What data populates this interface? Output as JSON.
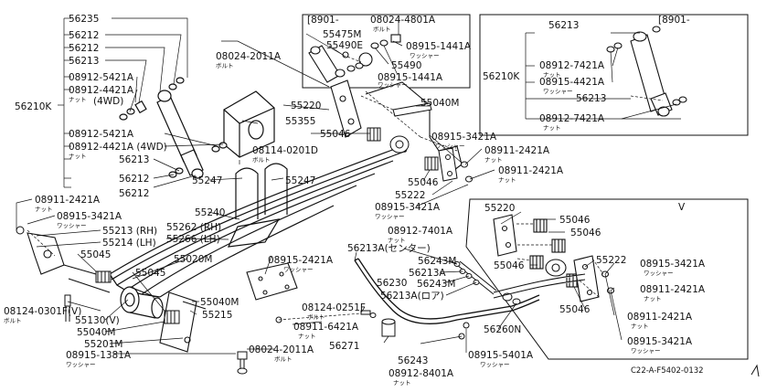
{
  "diagram": {
    "figure_code": "C22-A-F5402-0132",
    "labels": {
      "p56235": "56235",
      "p56212_a": "56212",
      "p56212_b": "56212",
      "p56213_a": "56213",
      "p08912_5421A_a": "08912-5421A",
      "p08912_4421A_a": "08912-4421A",
      "paren_4wd_a": "(4WD)",
      "p56210K_left": "56210K",
      "p08912_5421A_b": "08912-5421A",
      "p08912_4421A_b": "08912-4421A (4WD)",
      "p56213_b": "56213",
      "p56212_c": "56212",
      "p56212_d": "56212",
      "p08911_2421A_left": "08911-2421A",
      "p08915_3421A_left": "08915-3421A",
      "p55213": "55213 (RH)",
      "p55214": "55214 (LH)",
      "p55045_a": "55045",
      "p55045_b": "55045",
      "p08124_0301F": "08124-0301F(V)",
      "p55130": "55130(V)",
      "p55040M_a": "55040M",
      "p55201M": "55201M",
      "p08915_1381A": "08915-1381A",
      "p55020M": "55020M",
      "p55040M_b": "55040M",
      "p55215": "55215",
      "p55262": "55262 (RH)",
      "p55266": "55266 (LH)",
      "p55240": "55240",
      "p55247_a": "55247",
      "p55247_b": "55247",
      "p08114_0201D": "08114-0201D",
      "p55355": "55355",
      "p08024_2011A_top": "08024-2011A",
      "p08024_2011A_bot": "08024-2011A",
      "p55220_main": "55220",
      "p55040M_top": "55040M",
      "p55046_a": "55046",
      "p55046_b": "55046",
      "p55222_main": "55222",
      "p08915_3421A_main": "08915-3421A",
      "p08911_2421A_m1": "08911-2421A",
      "p08911_2421A_m2": "08911-2421A",
      "p08915_3421A_m2": "08915-3421A",
      "p08912_7401A": "08912-7401A",
      "p56213A_center": "56213A(センター)",
      "p56243M_a": "56243M",
      "p56213A_b": "56213A",
      "p56243M_b": "56243M",
      "p56213A_rear": "56213A(ロア)",
      "p56230": "56230",
      "p08915_2421A": "08915-2421A",
      "p08124_0251F": "08124-0251F",
      "p08911_6421A": "08911-6421A",
      "p56271": "56271",
      "p56243": "56243",
      "p08912_8401A": "08912-8401A",
      "p56260N": "56260N",
      "p08915_5401A": "08915-5401A",
      "inset1_range": "[8901-",
      "inset1_08024": "08024-4801A",
      "inset1_55475M": "55475M",
      "inset1_55490E": "55490E",
      "inset1_08915_1441A_a": "08915-1441A",
      "inset1_55490": "55490",
      "inset1_08915_1441A_b": "08915-1441A",
      "inset2_56213_top": "56213",
      "inset2_range": "[8901-",
      "inset2_56210K": "56210K",
      "inset2_08912_7421A_a": "08912-7421A",
      "inset2_08915_4421A": "08915-4421A",
      "inset2_56213": "56213",
      "inset2_08912_7421A_b": "08912-7421A",
      "inset3_V": "V",
      "inset3_55220": "55220",
      "inset3_55046_a": "55046",
      "inset3_55046_b": "55046",
      "inset3_55046_c": "55046",
      "inset3_55046_d": "55046",
      "inset3_55222": "55222",
      "inset3_08915_3421A_a": "08915-3421A",
      "inset3_08911_2421A_a": "08911-2421A",
      "inset3_08911_2421A_b": "08911-2421A",
      "inset3_08915_3421A_b": "08915-3421A"
    },
    "small_labels": {
      "bolt_a": "ボルト",
      "bolt_b": "ボルト",
      "bolt_c": "ボルト",
      "bolt_d": "ボルト",
      "bolt_e": "ボルト",
      "nut_a": "ナット",
      "nut_b": "ナット",
      "nut_c": "ナット",
      "nut_d": "ナット",
      "nut_e": "ナット",
      "nut_f": "ナット",
      "nut_g": "ナット",
      "nut_h": "ナット",
      "nut_i": "ナット",
      "nut_j": "ナット",
      "washer_a": "ワッシャー",
      "washer_b": "ワッシャー",
      "washer_c": "ワッシャー",
      "washer_d": "ワッシャー",
      "washer_e": "ワッシャー",
      "washer_f": "ワッシャー",
      "washer_g": "ワッシャー",
      "washer_h": "ワッシャー",
      "washer_i": "ワッシャー"
    },
    "colors": {
      "ink": "#111111",
      "paper": "#ffffff",
      "shade": "#9a9a9a"
    }
  }
}
